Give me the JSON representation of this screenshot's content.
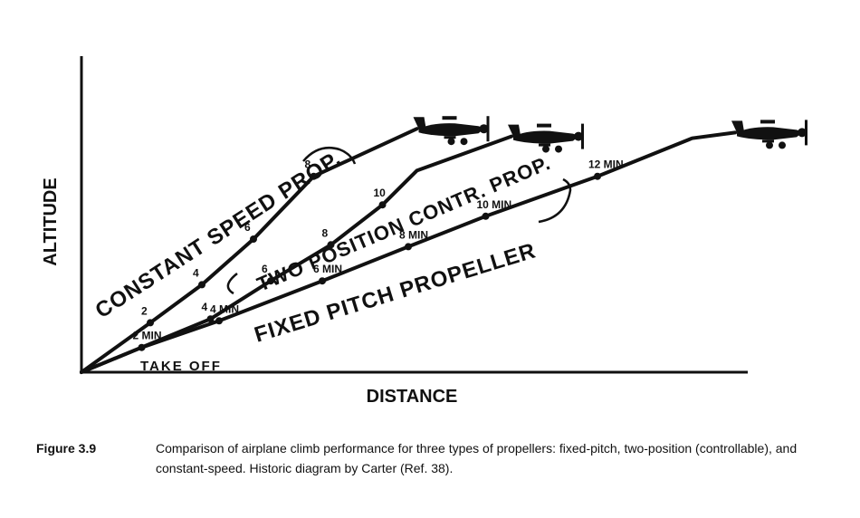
{
  "chart_data": {
    "type": "line",
    "xlabel": "DISTANCE",
    "ylabel": "ALTITUDE",
    "takeoff_label": "TAKE OFF",
    "series": [
      {
        "name": "CONSTANT SPEED PROP.",
        "x": [
          0,
          4.0,
          7.0,
          10.0,
          13.5,
          19.5
        ],
        "y": [
          0,
          2.6,
          4.6,
          7.0,
          10.3,
          12.8
        ],
        "marks": [
          "",
          "2",
          "4",
          "6",
          "8",
          ""
        ],
        "end_icon": "airplane-icon"
      },
      {
        "name": "TWO POSITION CONTR. PROP.",
        "x": [
          0,
          7.5,
          11.0,
          14.5,
          17.5,
          19.5,
          25.0
        ],
        "y": [
          0,
          2.8,
          4.8,
          6.7,
          8.8,
          10.6,
          12.4
        ],
        "marks": [
          "",
          "4",
          "6",
          "8",
          "10",
          "",
          ""
        ],
        "end_icon": "airplane-icon"
      },
      {
        "name": "FIXED PITCH PROPELLER",
        "x": [
          0,
          3.5,
          8.0,
          14.0,
          19.0,
          23.5,
          30.0,
          35.5,
          38.0
        ],
        "y": [
          0,
          1.3,
          2.7,
          4.8,
          6.6,
          8.2,
          10.3,
          12.3,
          12.6
        ],
        "marks": [
          "",
          "2 MIN",
          "4 MIN",
          "6 MIN",
          "8 MIN",
          "10 MIN",
          "12 MIN",
          "",
          ""
        ],
        "end_icon": "airplane-icon"
      }
    ]
  },
  "caption": {
    "figure_number": "Figure 3.9",
    "text": "Comparison of airplane climb performance for three types of propellers: fixed-pitch, two-position (controllable), and constant-speed. Historic diagram by Carter (Ref. 38)."
  }
}
